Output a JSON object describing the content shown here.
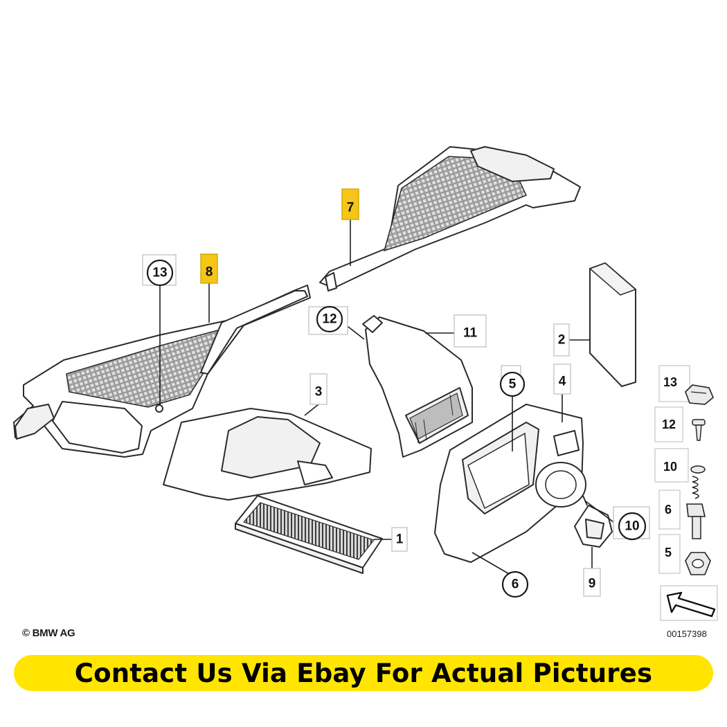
{
  "diagram": {
    "callouts": [
      {
        "id": "c1",
        "label": "1",
        "shape": "box"
      },
      {
        "id": "c2",
        "label": "2",
        "shape": "box"
      },
      {
        "id": "c3",
        "label": "3",
        "shape": "box"
      },
      {
        "id": "c4",
        "label": "4",
        "shape": "box"
      },
      {
        "id": "c5",
        "label": "5",
        "shape": "circle"
      },
      {
        "id": "c6",
        "label": "6",
        "shape": "circle"
      },
      {
        "id": "c7",
        "label": "7",
        "shape": "box",
        "highlight": true
      },
      {
        "id": "c8",
        "label": "8",
        "shape": "box",
        "highlight": true
      },
      {
        "id": "c9",
        "label": "9",
        "shape": "box"
      },
      {
        "id": "c10",
        "label": "10",
        "shape": "circle"
      },
      {
        "id": "c11",
        "label": "11",
        "shape": "box"
      },
      {
        "id": "c12",
        "label": "12",
        "shape": "circle"
      },
      {
        "id": "c13",
        "label": "13",
        "shape": "circle"
      }
    ],
    "legend": [
      {
        "label": "13",
        "icon": "clip-nut-icon"
      },
      {
        "label": "12",
        "icon": "screw-icon"
      },
      {
        "label": "10",
        "icon": "spring-screw-icon"
      },
      {
        "label": "6",
        "icon": "bolt-icon"
      },
      {
        "label": "5",
        "icon": "hex-nut-icon"
      }
    ],
    "highlight_color": "#f5c518"
  },
  "footer": {
    "copyright": "© BMW AG",
    "diagram_id": "00157398",
    "banner_text": "Contact Us Via Ebay For Actual Pictures",
    "banner_color": "#ffe500"
  }
}
